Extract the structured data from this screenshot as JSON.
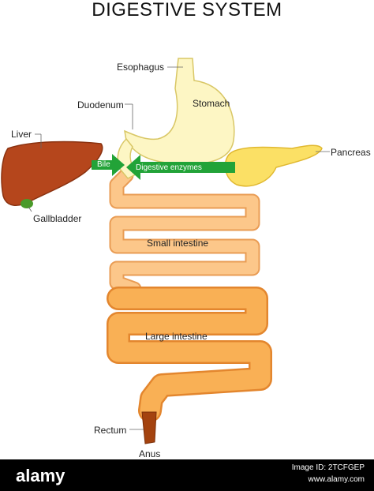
{
  "title": "DIGESTIVE SYSTEM",
  "labels": {
    "esophagus": "Esophagus",
    "stomach": "Stomach",
    "duodenum": "Duodenum",
    "liver": "Liver",
    "gallbladder": "Gallbladder",
    "pancreas": "Pancreas",
    "bile": "Bile",
    "digestive_enzymes": "Digestive enzymes",
    "small_intestine": "Small intestine",
    "large_intestine": "Large intestine",
    "rectum": "Rectum",
    "anus": "Anus"
  },
  "watermark": {
    "brand": "alamy",
    "image_id": "Image ID: 2TCFGEP",
    "site": "www.alamy.com"
  },
  "colors": {
    "liver": "#b5461c",
    "gallbladder": "#4a9a2a",
    "stomach": "#fdf6c4",
    "pancreas": "#fbe065",
    "small_intestine": "#fcc78a",
    "large_intestine": "#f9b055",
    "rectum": "#a4430f",
    "arrow_green": "#22a338"
  }
}
